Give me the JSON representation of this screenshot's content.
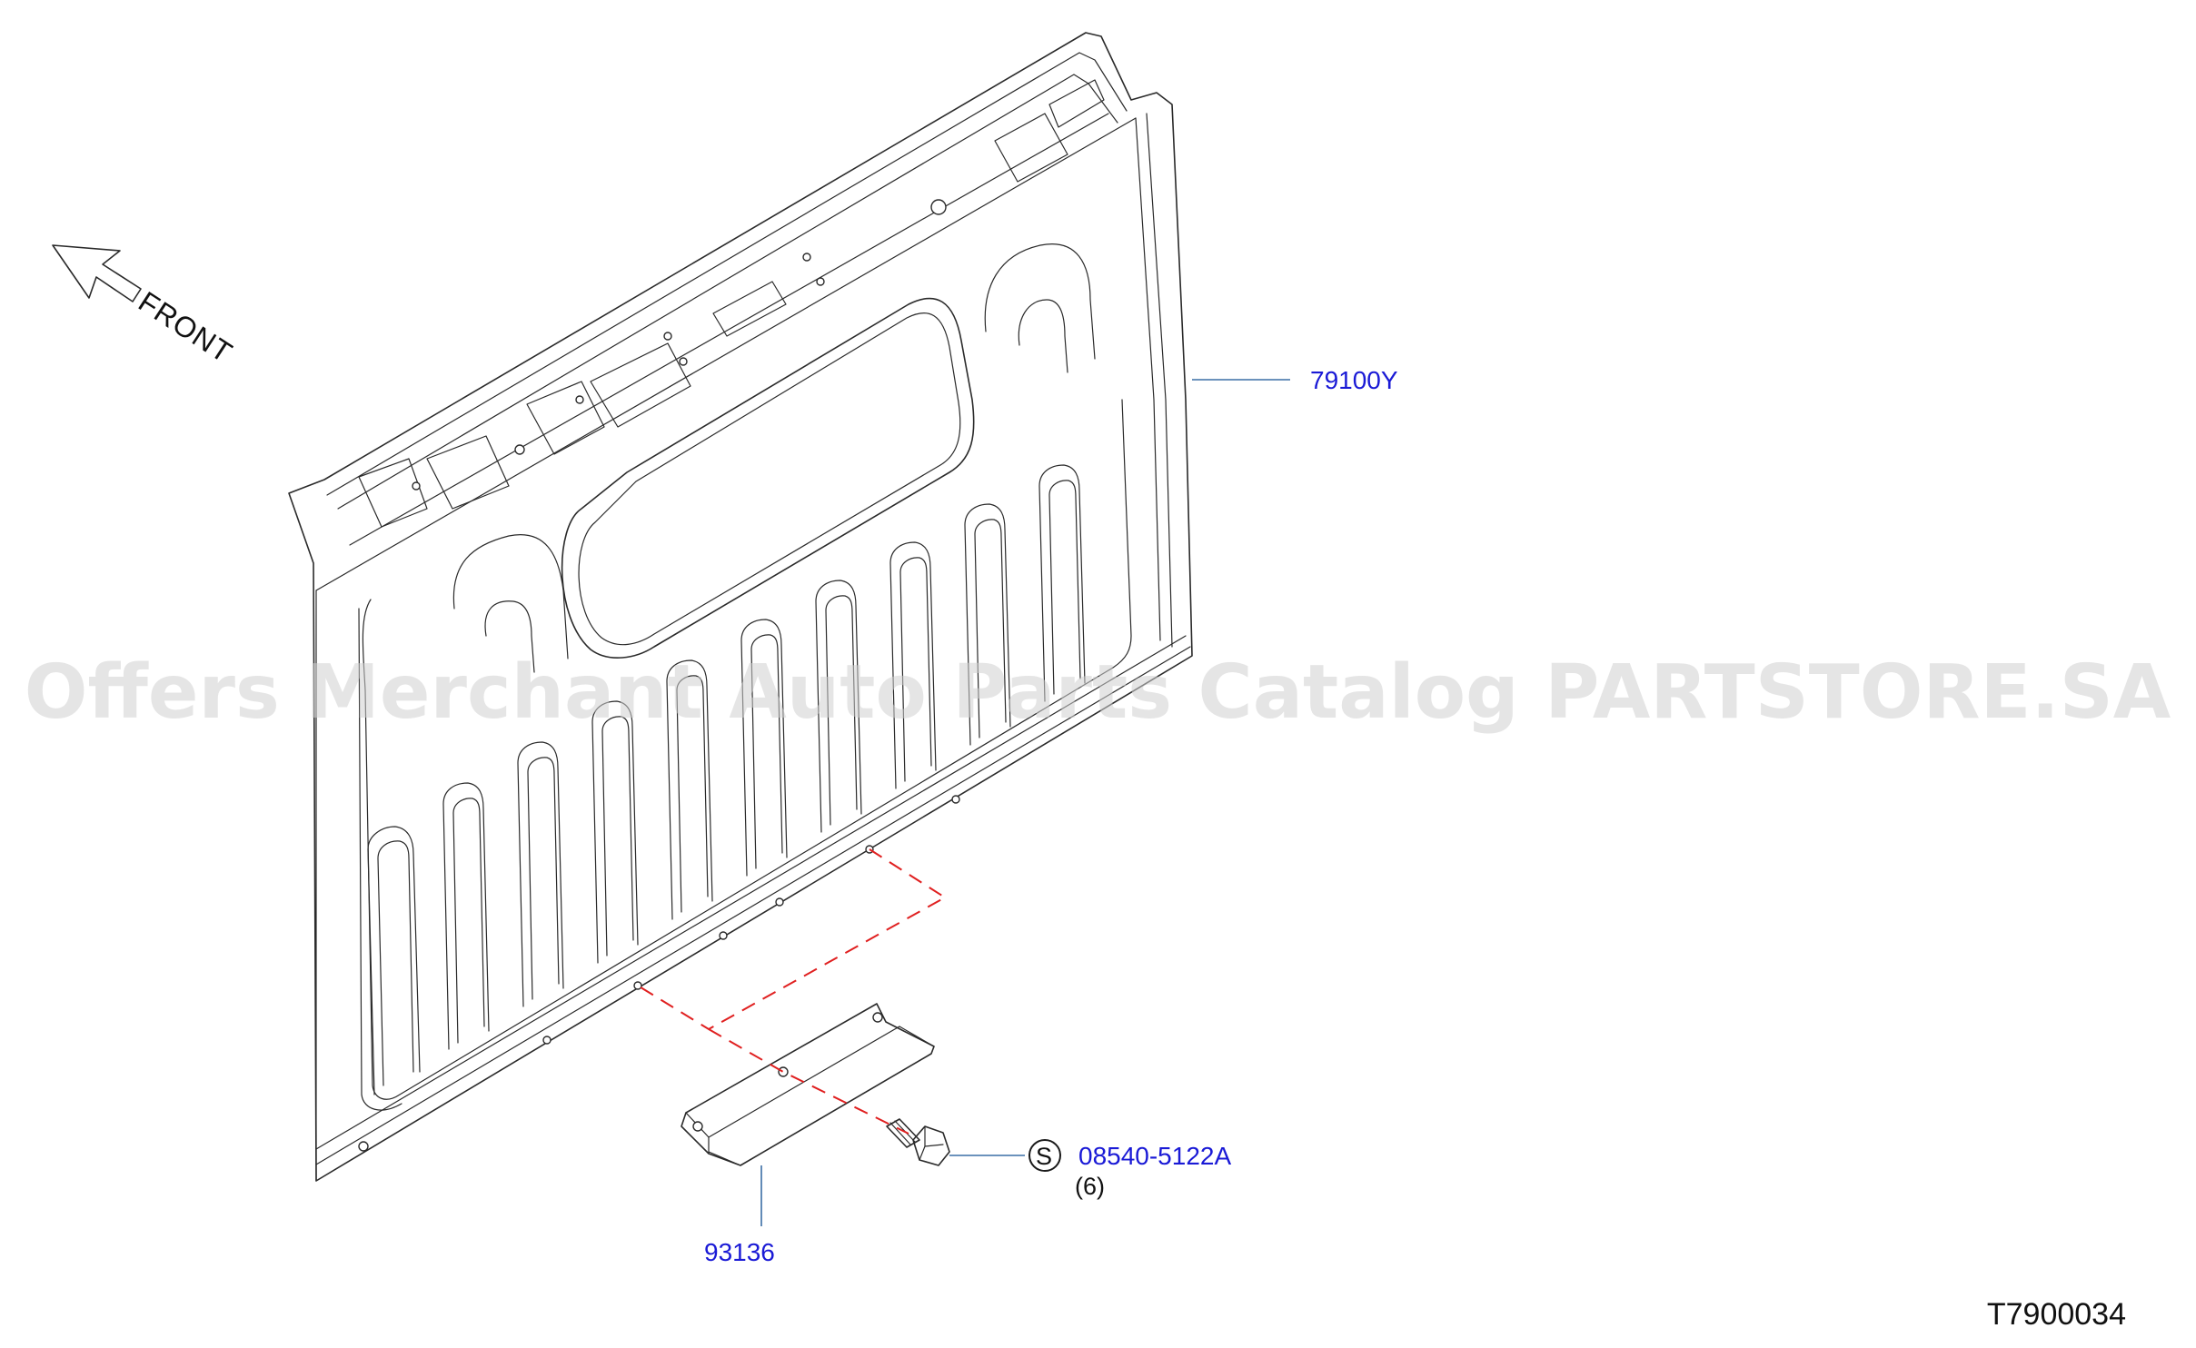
{
  "diagram": {
    "direction_label": "FRONT",
    "watermark": "Offers Merchant Auto Parts Catalog PARTSTORE.SA",
    "drawing_code": "T7900034",
    "callouts": [
      {
        "id": "rear-panel",
        "part_number": "79100Y"
      },
      {
        "id": "bracket",
        "part_number": "93136"
      },
      {
        "id": "bolt",
        "part_number": "08540-5122A",
        "symbol": "S",
        "quantity": "(6)"
      }
    ]
  },
  "colors": {
    "line_art": "#2a2a2a",
    "part_number": "#1a1ad6",
    "leader_line": "#3a6ea5",
    "assembly_dash": "#e02020",
    "watermark": "#cfcfcf",
    "background": "#ffffff"
  },
  "icons": {
    "front_arrow": "front-arrow-icon",
    "standard_part_symbol": "circle-s-icon"
  }
}
